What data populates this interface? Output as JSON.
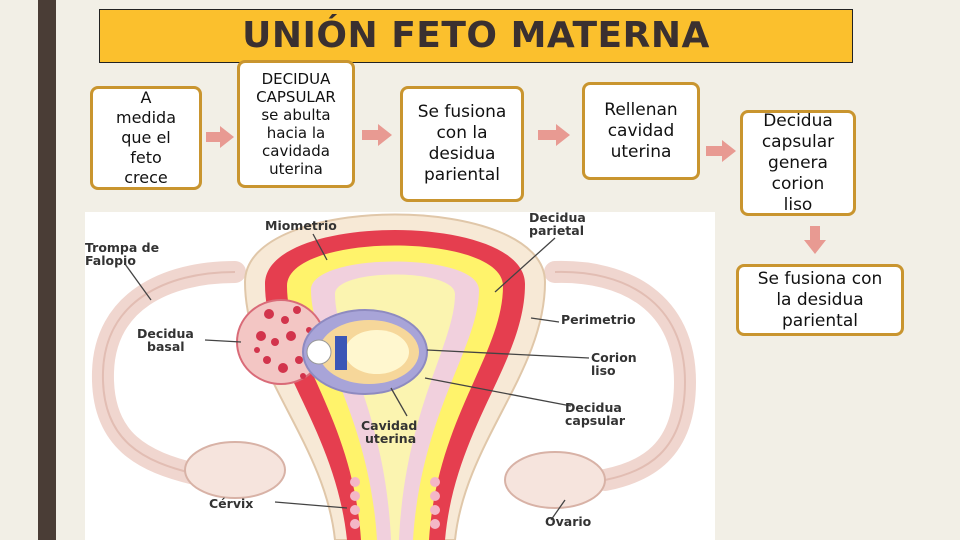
{
  "title": "UNIÓN FETO MATERNA",
  "boxes": {
    "b1": "A\nmedida\nque el\nfeto\ncrece",
    "b2": "DECIDUA\nCAPSULAR\nse abulta\nhacia la\ncavidada\nuterina",
    "b3": "Se fusiona\ncon la\ndesidua\npariental",
    "b4": "Rellenan\ncavidad\nuterina",
    "b5": "Decidua\ncapsular\ngenera\ncorion\nliso",
    "b6": "Se fusiona con\nla desidua\npariental"
  },
  "labels": {
    "miometrio": "Miometrio",
    "decidua_parietal_1": "Decidua",
    "decidua_parietal_2": "parietal",
    "trompa_1": "Trompa de",
    "trompa_2": "Falopio",
    "decidua_basal_1": "Decidua",
    "decidua_basal_2": "basal",
    "perimetrio": "Perimetrio",
    "corion_liso_1": "Corion",
    "corion_liso_2": "liso",
    "decidua_capsular_1": "Decidua",
    "decidua_capsular_2": "capsular",
    "cavidad_1": "Cavidad",
    "cavidad_2": "uterina",
    "cervix": "Cérvix",
    "ovario": "Ovario"
  },
  "colors": {
    "accent": "#fbc02d",
    "box_border": "#c9952f",
    "arrow": "#e89a92",
    "sidebar": "#4a3d36"
  }
}
